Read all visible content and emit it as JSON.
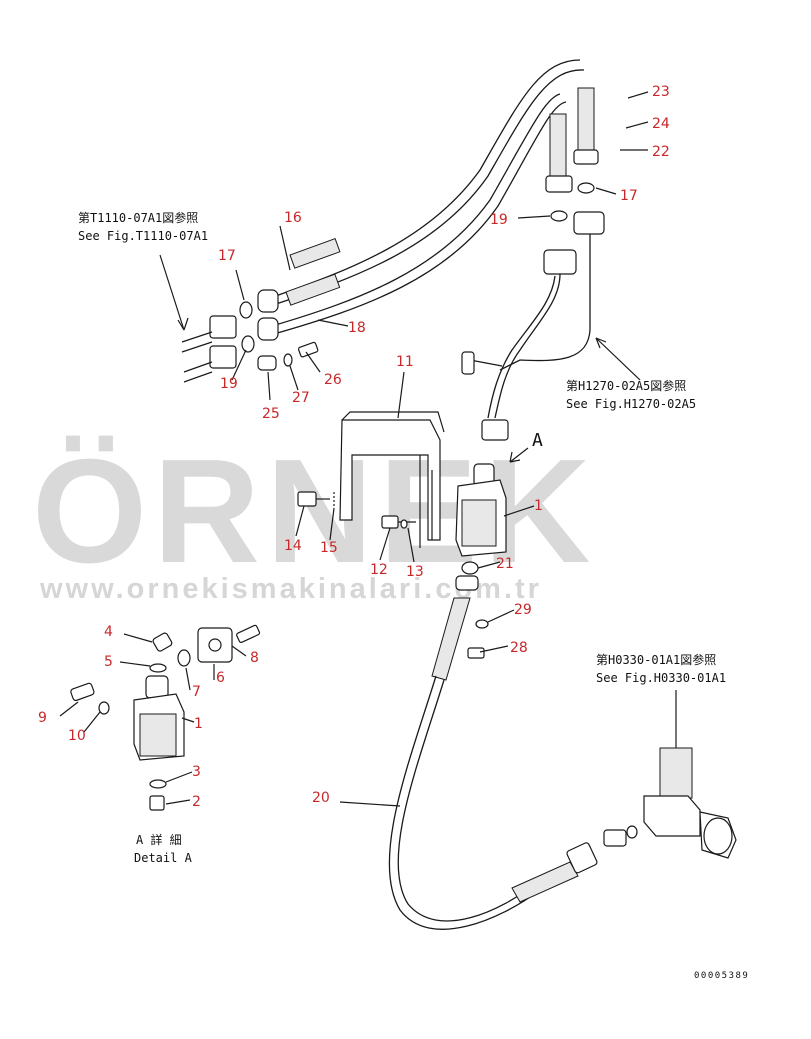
{
  "watermark": {
    "brand": "ÖRNEK",
    "url": "www.ornekismakinalari.com.tr",
    "accent_color": "#f2c94c",
    "text_color": "#d9d9d9"
  },
  "references": {
    "t1110_jp": "第T1110-07A1図参照",
    "t1110_en": "See Fig.T1110-07A1",
    "h1270_jp": "第H1270-02A5図参照",
    "h1270_en": "See Fig.H1270-02A5",
    "h0330_jp": "第H0330-01A1図参照",
    "h0330_en": "See Fig.H0330-01A1"
  },
  "detail": {
    "title_jp": "A 詳 細",
    "title_en": "Detail A",
    "view_marker": "A"
  },
  "drawing_code": "00005389",
  "label_color": "#c8282a",
  "callouts": {
    "c1a": "1",
    "c1b": "1",
    "c2": "2",
    "c3": "3",
    "c4": "4",
    "c5": "5",
    "c6": "6",
    "c7": "7",
    "c8": "8",
    "c9": "9",
    "c10": "10",
    "c11": "11",
    "c12": "12",
    "c13": "13",
    "c14": "14",
    "c15": "15",
    "c16": "16",
    "c17a": "17",
    "c17b": "17",
    "c18": "18",
    "c19a": "19",
    "c19b": "19",
    "c20": "20",
    "c21": "21",
    "c22": "22",
    "c23": "23",
    "c24": "24",
    "c25": "25",
    "c26": "26",
    "c27": "27",
    "c28": "28",
    "c29": "29"
  }
}
